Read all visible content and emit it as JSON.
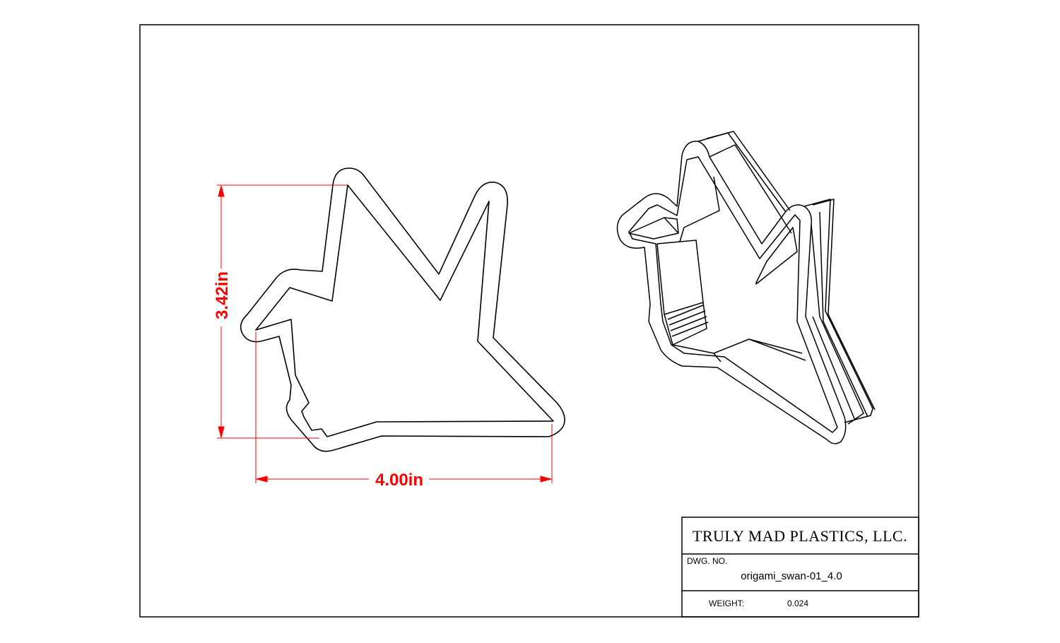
{
  "dimensions": {
    "height_label": "3.42in",
    "width_label": "4.00in",
    "color": "#ff0000"
  },
  "title_block": {
    "company": "TRULY MAD PLASTICS, LLC.",
    "dwg_no_label": "DWG. NO.",
    "dwg_no_value": "origami_swan-01_4.0",
    "weight_label": "WEIGHT:",
    "weight_value": "0.024"
  },
  "colors": {
    "line": "#000000",
    "background": "#ffffff"
  }
}
